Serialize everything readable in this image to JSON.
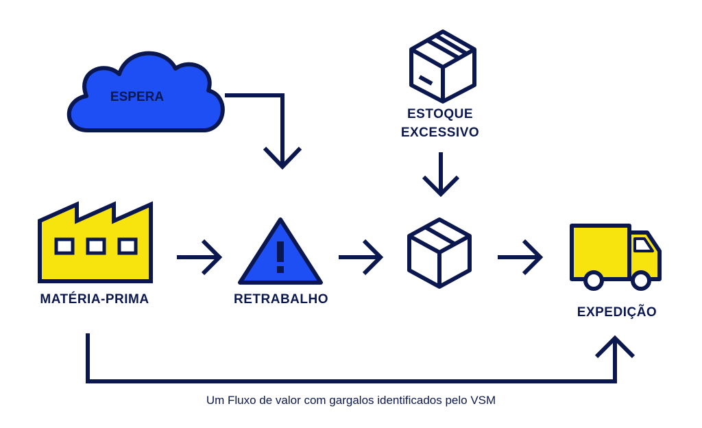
{
  "colors": {
    "navy": "#0b1850",
    "blue": "#1e4ff5",
    "yellow": "#f7e40f",
    "background": "#ffffff"
  },
  "nodes": {
    "espera": {
      "label": "ESPERA",
      "icon": "cloud-icon"
    },
    "estoque": {
      "line1": "ESTOQUE",
      "line2": "EXCESSIVO",
      "icon": "stacked-boxes-icon"
    },
    "materia_prima": {
      "label": "MATÉRIA-PRIMA",
      "icon": "factory-icon"
    },
    "retrabalho": {
      "label": "RETRABALHO",
      "icon": "warning-triangle-icon"
    },
    "produto": {
      "icon": "box-icon"
    },
    "expedicao": {
      "label": "EXPEDIÇÃO",
      "icon": "truck-icon"
    }
  },
  "caption": "Um Fluxo de valor com gargalos identificados pelo VSM"
}
